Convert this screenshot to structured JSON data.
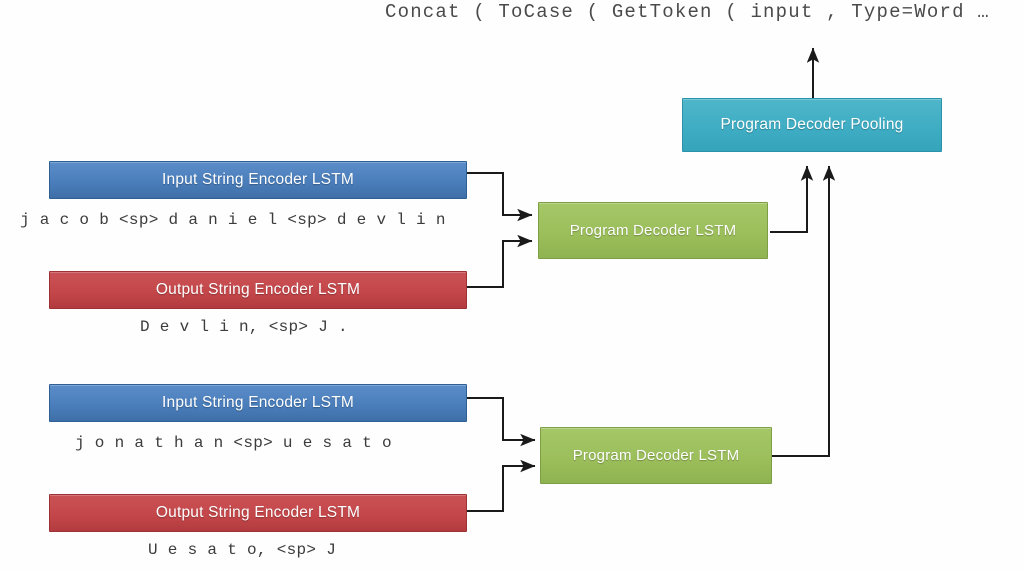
{
  "diagram": {
    "program_text": "Concat ( ToCase ( GetToken ( input , Type=Word …",
    "pooling_box": {
      "label": "Program Decoder Pooling",
      "color": "#3fadc4"
    },
    "groups": [
      {
        "id": "example-1",
        "input_encoder": {
          "label": "Input String Encoder LSTM",
          "color": "#4a7ebb"
        },
        "input_sequence": "j a c o b  <sp>  d a n i e l  <sp>  d e v l i n",
        "output_encoder": {
          "label": "Output String Encoder LSTM",
          "color": "#c4474a"
        },
        "output_sequence": "D e v l i n,  <sp>  J .",
        "decoder": {
          "label": "Program  Decoder LSTM",
          "color": "#9cbf5c"
        }
      },
      {
        "id": "example-2",
        "input_encoder": {
          "label": "Input String Encoder LSTM",
          "color": "#4a7ebb"
        },
        "input_sequence": "j o n a t h a n  <sp>  u e s a t o",
        "output_encoder": {
          "label": "Output String Encoder LSTM",
          "color": "#c4474a"
        },
        "output_sequence": "U e s a t o,  <sp>  J",
        "decoder": {
          "label": "Program  Decoder LSTM",
          "color": "#9cbf5c"
        }
      }
    ],
    "arrows": [
      {
        "name": "pooling-to-program-arrow"
      },
      {
        "name": "decoder1-to-pooling-arrow"
      },
      {
        "name": "decoder2-to-pooling-arrow"
      },
      {
        "name": "input-encoder-1-to-decoder-arrow"
      },
      {
        "name": "output-encoder-1-to-decoder-arrow"
      },
      {
        "name": "input-encoder-2-to-decoder-arrow"
      },
      {
        "name": "output-encoder-2-to-decoder-arrow"
      }
    ]
  }
}
